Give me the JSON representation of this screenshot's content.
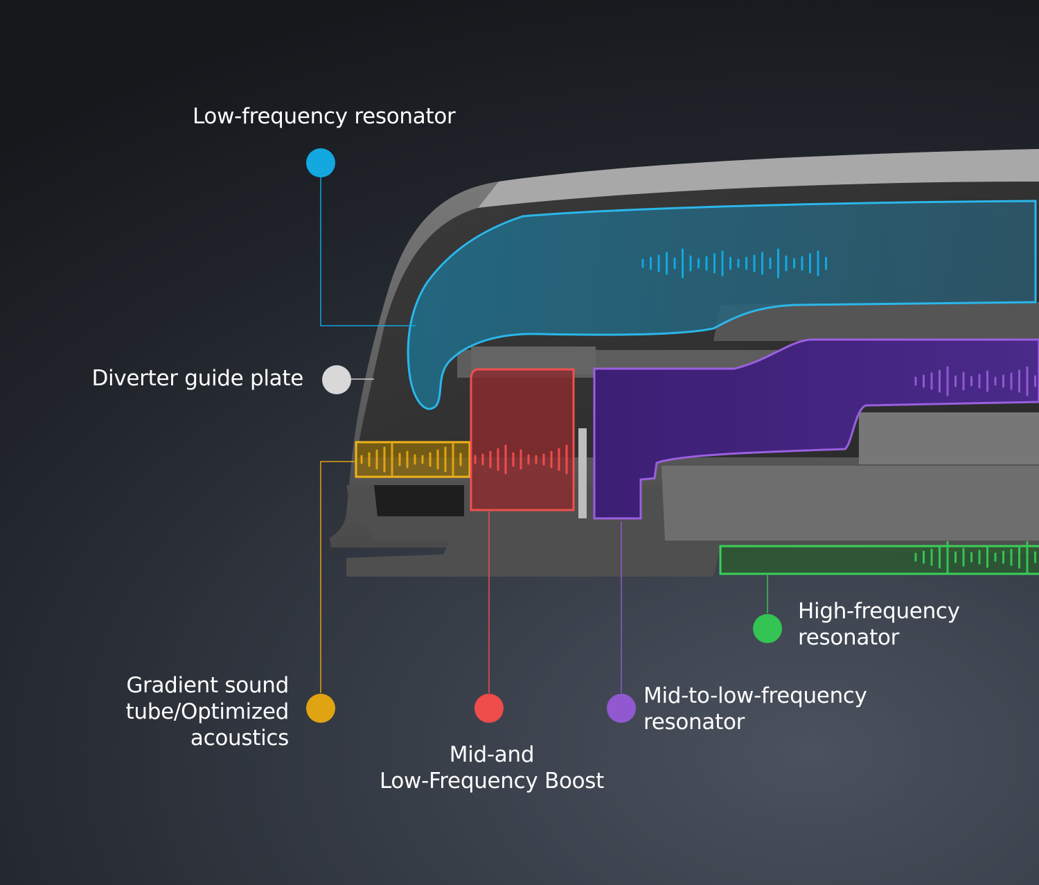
{
  "labels": {
    "low_freq": {
      "line1": "Low-frequency resonator"
    },
    "diverter": {
      "line1": "Diverter guide plate"
    },
    "gradient": {
      "line1": "Gradient sound",
      "line2": "tube/Optimized",
      "line3": "acoustics"
    },
    "mid_low_boost": {
      "line1": "Mid-and",
      "line2": "Low-Frequency Boost"
    },
    "mid_to_low": {
      "line1": "Mid-to-low-frequency",
      "line2": "resonator"
    },
    "high_freq": {
      "line1": "High-frequency",
      "line2": "resonator"
    }
  },
  "colors": {
    "low_freq": "#13a8e0",
    "diverter": "#d8d8d8",
    "gradient": "#e0a412",
    "mid_low_boost": "#ef4c4c",
    "mid_to_low": "#9158d0",
    "high_freq": "#33c454"
  }
}
